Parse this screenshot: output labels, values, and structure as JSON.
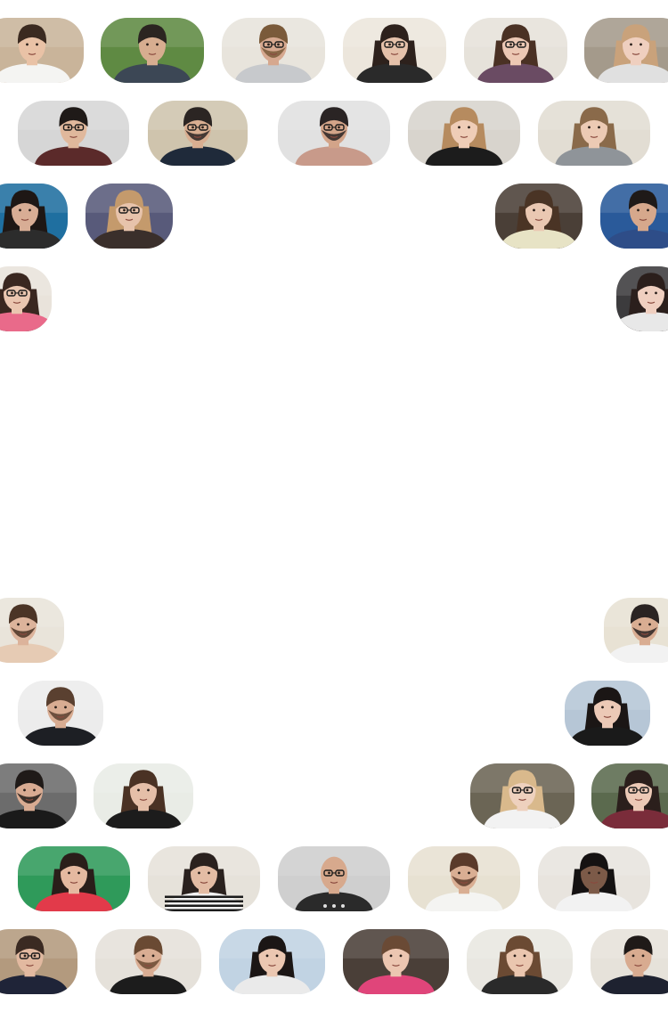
{
  "screen": {
    "title": "",
    "background": "#ffffff"
  },
  "participants": [
    {
      "id": "p01",
      "bg": "#c9b49a",
      "skin": "#e9c2a6",
      "hair": "#3b2a20",
      "shirt": "#f4f4f2",
      "hairStyle": "short",
      "glasses": false,
      "beard": false
    },
    {
      "id": "p02",
      "bg": "#5f8a43",
      "skin": "#d7ad90",
      "hair": "#2b2521",
      "shirt": "#3c4755",
      "hairStyle": "short",
      "glasses": false,
      "beard": false
    },
    {
      "id": "p03",
      "bg": "#e8e4dc",
      "skin": "#d6a88f",
      "hair": "#7a5a3a",
      "shirt": "#c7c9cc",
      "hairStyle": "short",
      "glasses": true,
      "beard": true
    },
    {
      "id": "p04",
      "bg": "#ece6dc",
      "skin": "#e5c1aa",
      "hair": "#2d211c",
      "shirt": "#2a2a2a",
      "hairStyle": "long",
      "glasses": true,
      "beard": false
    },
    {
      "id": "p05",
      "bg": "#e6e2da",
      "skin": "#ecc8b4",
      "hair": "#4a3124",
      "shirt": "#6a4b63",
      "hairStyle": "long",
      "glasses": true,
      "beard": false
    },
    {
      "id": "p06",
      "bg": "#a49a8b",
      "skin": "#efcfbf",
      "hair": "#c9a27b",
      "shirt": "#e0e0e0",
      "hairStyle": "long",
      "glasses": false,
      "beard": false
    },
    {
      "id": "p07",
      "bg": "#d6d6d6",
      "skin": "#e0b89c",
      "hair": "#1f1a18",
      "shirt": "#5b2a2a",
      "hairStyle": "short",
      "glasses": true,
      "beard": false
    },
    {
      "id": "p08",
      "bg": "#cfc4ad",
      "skin": "#d9ae91",
      "hair": "#2b2523",
      "shirt": "#1f2a3a",
      "hairStyle": "short",
      "glasses": true,
      "beard": true
    },
    {
      "id": "p09",
      "bg": "#e1e1e1",
      "skin": "#d3a489",
      "hair": "#2a2424",
      "shirt": "#c89a8a",
      "hairStyle": "short",
      "glasses": true,
      "beard": true
    },
    {
      "id": "p10",
      "bg": "#d8d4cd",
      "skin": "#efcdb7",
      "hair": "#b68b5f",
      "shirt": "#1c1c1c",
      "hairStyle": "long",
      "glasses": false,
      "beard": false
    },
    {
      "id": "p11",
      "bg": "#e2ddd3",
      "skin": "#eccab4",
      "hair": "#8a6a4a",
      "shirt": "#8f9499",
      "hairStyle": "long",
      "glasses": false,
      "beard": false
    },
    {
      "id": "p12",
      "bg": "#1f6fa0",
      "skin": "#d8ad95",
      "hair": "#1e1715",
      "shirt": "#2c2c2c",
      "hairStyle": "long",
      "glasses": false,
      "beard": false
    },
    {
      "id": "p13",
      "bg": "#585a7a",
      "skin": "#e7c3ab",
      "hair": "#c49a6c",
      "shirt": "#3a2f2b",
      "hairStyle": "long",
      "glasses": true,
      "beard": false
    },
    {
      "id": "p14",
      "bg": "#4a3f37",
      "skin": "#eac8b2",
      "hair": "#4a3425",
      "shirt": "#e7e3c5",
      "hairStyle": "long",
      "glasses": false,
      "beard": false
    },
    {
      "id": "p15",
      "bg": "#2a5a9a",
      "skin": "#d6a88c",
      "hair": "#1f1a18",
      "shirt": "#2e4d88",
      "hairStyle": "short",
      "glasses": false,
      "beard": false
    },
    {
      "id": "p16",
      "bg": "#e9e3db",
      "skin": "#eac6b0",
      "hair": "#3a2720",
      "shirt": "#e96a8a",
      "hairStyle": "long",
      "glasses": true,
      "beard": false
    },
    {
      "id": "p17",
      "bg": "#3c3b3d",
      "skin": "#efcfc0",
      "hair": "#2b1f1c",
      "shirt": "#e8e8e8",
      "hairStyle": "long",
      "glasses": false,
      "beard": false
    },
    {
      "id": "p18",
      "bg": "#e9e4da",
      "skin": "#dcb39b",
      "hair": "#4b3426",
      "shirt": "#e6cbb4",
      "hairStyle": "short",
      "glasses": false,
      "beard": true
    },
    {
      "id": "p19",
      "bg": "#e8e2d4",
      "skin": "#d9ad92",
      "hair": "#2a2322",
      "shirt": "#f2f2f2",
      "hairStyle": "short",
      "glasses": false,
      "beard": true
    },
    {
      "id": "p20",
      "bg": "#ececec",
      "skin": "#d8ac92",
      "hair": "#5a4030",
      "shirt": "#1d1f24",
      "hairStyle": "short",
      "glasses": false,
      "beard": true
    },
    {
      "id": "p21",
      "bg": "#b6c6d6",
      "skin": "#ecc9b6",
      "hair": "#1b1615",
      "shirt": "#1a1a1a",
      "hairStyle": "long",
      "glasses": false,
      "beard": false
    },
    {
      "id": "p22",
      "bg": "#6c6c6c",
      "skin": "#d8ab92",
      "hair": "#1f1a18",
      "shirt": "#1a1a1a",
      "hairStyle": "short",
      "glasses": false,
      "beard": true
    },
    {
      "id": "p23",
      "bg": "#e9ece6",
      "skin": "#e5bfa8",
      "hair": "#4a3224",
      "shirt": "#1c1c1c",
      "hairStyle": "long",
      "glasses": false,
      "beard": false
    },
    {
      "id": "p24",
      "bg": "#6b6555",
      "skin": "#eed1be",
      "hair": "#d9b98c",
      "shirt": "#f2f2f2",
      "hairStyle": "long",
      "glasses": true,
      "beard": false
    },
    {
      "id": "p25",
      "bg": "#5b6a4e",
      "skin": "#ecc9b6",
      "hair": "#2b1f1c",
      "shirt": "#7a2c3a",
      "hairStyle": "long",
      "glasses": true,
      "beard": false
    },
    {
      "id": "p26",
      "bg": "#2f9a5a",
      "skin": "#e5b9a0",
      "hair": "#2a1e1a",
      "shirt": "#e23a4a",
      "hairStyle": "long",
      "glasses": false,
      "beard": false
    },
    {
      "id": "p27",
      "bg": "#e6e2da",
      "skin": "#e3bca4",
      "hair": "#2a211e",
      "shirt": "#f2f2f2",
      "hairStyle": "long",
      "glasses": false,
      "beard": false,
      "stripes": true
    },
    {
      "id": "p28",
      "bg": "#cfcfcf",
      "skin": "#d7a98d",
      "hair": "#d7a98d",
      "shirt": "#2a2a2a",
      "hairStyle": "bald",
      "glasses": true,
      "beard": true,
      "dots": true
    },
    {
      "id": "p29",
      "bg": "#e7e1d2",
      "skin": "#d9ae93",
      "hair": "#5a3a2a",
      "shirt": "#f4f4f2",
      "hairStyle": "short",
      "glasses": false,
      "beard": true
    },
    {
      "id": "p30",
      "bg": "#e8e4de",
      "skin": "#7c5a48",
      "hair": "#151212",
      "shirt": "#f2f2f2",
      "hairStyle": "long",
      "glasses": false,
      "beard": false
    },
    {
      "id": "p31",
      "bg": "#b39a7e",
      "skin": "#e2b9a0",
      "hair": "#3a2a22",
      "shirt": "#1f2438",
      "hairStyle": "short",
      "glasses": true,
      "beard": false
    },
    {
      "id": "p32",
      "bg": "#e5e1da",
      "skin": "#d9ad93",
      "hair": "#6a4a33",
      "shirt": "#1c1c1c",
      "hairStyle": "short",
      "glasses": false,
      "beard": true
    },
    {
      "id": "p33",
      "bg": "#c1d3e3",
      "skin": "#ebc7b1",
      "hair": "#1b1615",
      "shirt": "#eaeaea",
      "hairStyle": "long",
      "glasses": false,
      "beard": false
    },
    {
      "id": "p34",
      "bg": "#4a3f38",
      "skin": "#ecc6b1",
      "hair": "#6a4a35",
      "shirt": "#e0457a",
      "hairStyle": "short",
      "glasses": false,
      "beard": false
    },
    {
      "id": "p35",
      "bg": "#e9e7e1",
      "skin": "#eac6af",
      "hair": "#6b4a33",
      "shirt": "#2a2a2a",
      "hairStyle": "long",
      "glasses": false,
      "beard": false
    },
    {
      "id": "p36",
      "bg": "#e6e2da",
      "skin": "#d8ab90",
      "hair": "#1f1a18",
      "shirt": "#1e2230",
      "hairStyle": "short",
      "glasses": false,
      "beard": false
    }
  ]
}
